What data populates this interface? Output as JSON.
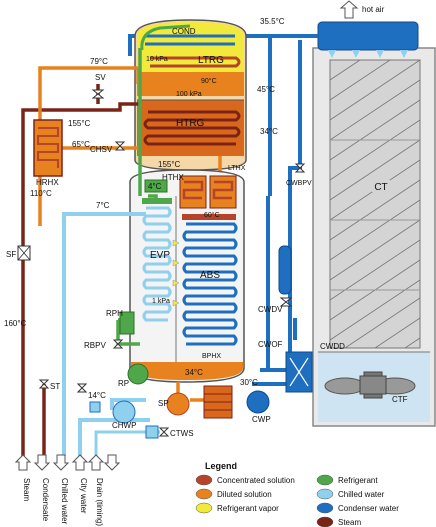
{
  "colors": {
    "concentrated": "#b5442a",
    "diluted": "#e8821e",
    "vapor": "#f2ea3a",
    "refrigerant": "#4ea84a",
    "chilled": "#8fd0ee",
    "condenser": "#1e6fc0",
    "steam": "#7a2418"
  },
  "labels": {
    "hot_air": "hot air",
    "cond": "COND",
    "ltrg": "LTRG",
    "kpa10": "10 kPa",
    "kpa100": "100 kPa",
    "t90": "90°C",
    "htrg": "HTRG",
    "t45": "45°C",
    "t34": "34°C",
    "t355": "35.5°C",
    "t79": "79°C",
    "sv": "SV",
    "t155a": "155°C",
    "t65": "65°C",
    "chsv": "CHSV",
    "hrhx": "HRHX",
    "t155b": "155°C",
    "lthx": "LTHX",
    "hthx": "HTHX",
    "t4": "4°C",
    "t110": "110°C",
    "t7": "7°C",
    "t60": "60°C",
    "evp": "EVP",
    "abs": "ABS",
    "kpa1": "1 kPa",
    "sf": "SF",
    "t160": "160°C",
    "rph": "RPH",
    "rbpv": "RBPV",
    "rp": "RP",
    "bphx": "BPHX",
    "t34b": "34°C",
    "t30": "30°C",
    "st": "ST",
    "t14": "14°C",
    "chwp": "CHWP",
    "sp": "SP",
    "cwp": "CWP",
    "ctws": "CTWS",
    "cwbpv": "CWBPV",
    "ct": "CT",
    "cwdv": "CWDV",
    "cwof": "CWOF",
    "cwdd": "CWDD",
    "ctf": "CTF"
  },
  "bottom_labels": [
    "Steam",
    "Condensate",
    "Chilled water",
    "City water",
    "Drain (timing)"
  ],
  "legend": {
    "title": "Legend",
    "items": [
      {
        "label": "Concentrated solution",
        "color": "#b5442a"
      },
      {
        "label": "Diluted solution",
        "color": "#e8821e"
      },
      {
        "label": "Refrigerant vapor",
        "color": "#f2ea3a"
      },
      {
        "label": "Refrigerant",
        "color": "#4ea84a"
      },
      {
        "label": "Chilled water",
        "color": "#8fd0ee"
      },
      {
        "label": "Condenser water",
        "color": "#1e6fc0"
      },
      {
        "label": "Steam",
        "color": "#7a2418"
      }
    ]
  }
}
